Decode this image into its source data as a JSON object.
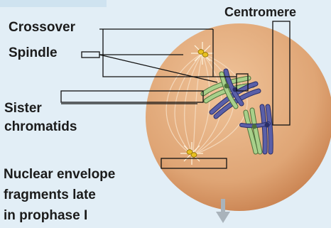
{
  "labels": {
    "crossover": "Crossover",
    "spindle": "Spindle",
    "sister_chromatids": [
      "Sister",
      "chromatids"
    ],
    "centromere": "Centromere",
    "nuclear_envelope": [
      "Nuclear envelope",
      "fragments late",
      "in prophase I"
    ]
  },
  "colors": {
    "background": "#e2eef6",
    "cell_fill": "#dfa575",
    "cell_edge": "#c8804e",
    "chromosome_green": "#a8d08a",
    "chromosome_purple": "#5a5fa8",
    "centrosome_yellow": "#e8c020",
    "leader_line": "#111111"
  },
  "icons": [
    "down-arrow-icon"
  ]
}
